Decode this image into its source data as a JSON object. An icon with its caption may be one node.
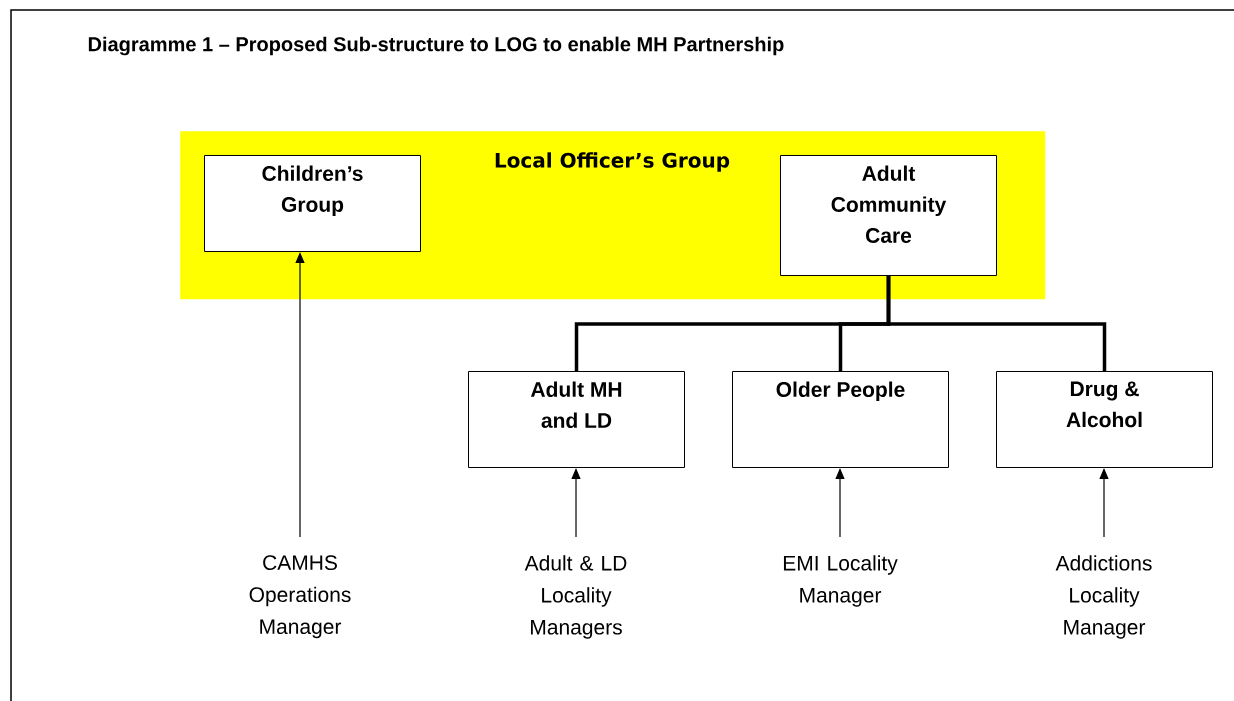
{
  "diagram": {
    "title": "Diagramme 1 – Proposed Sub-structure to LOG to enable MH Partnership",
    "nodes": [
      {
        "text": [
          "Local Officer’s Group"
        ]
      },
      {
        "text": [
          "Children’s Group"
        ],
        "in": 0
      },
      {
        "text": [
          "Adult Community Care"
        ],
        "in": 0
      },
      {
        "text": [
          "Adult MH and LD"
        ]
      },
      {
        "text": [
          "Older People"
        ]
      },
      {
        "text": [
          "Drug & Alcohol"
        ]
      },
      {
        "text": [
          "CAMHS Operations Manager"
        ]
      },
      {
        "text": [
          "Adult & LD Locality Managers"
        ]
      },
      {
        "text": [
          "EMI Locality Manager"
        ]
      },
      {
        "text": [
          "Addictions Locality Manager"
        ]
      }
    ],
    "edges": [
      {
        "from": 2,
        "to": 3,
        "arrow": "none",
        "style": "thick"
      },
      {
        "from": 2,
        "to": 4,
        "arrow": "none",
        "style": "thick"
      },
      {
        "from": 2,
        "to": 5,
        "arrow": "none",
        "style": "thick"
      },
      {
        "from": 6,
        "to": 1,
        "arrow": "to"
      },
      {
        "from": 7,
        "to": 3,
        "arrow": "to"
      },
      {
        "from": 8,
        "to": 4,
        "arrow": "to"
      },
      {
        "from": 9,
        "to": 5,
        "arrow": "to"
      }
    ]
  }
}
